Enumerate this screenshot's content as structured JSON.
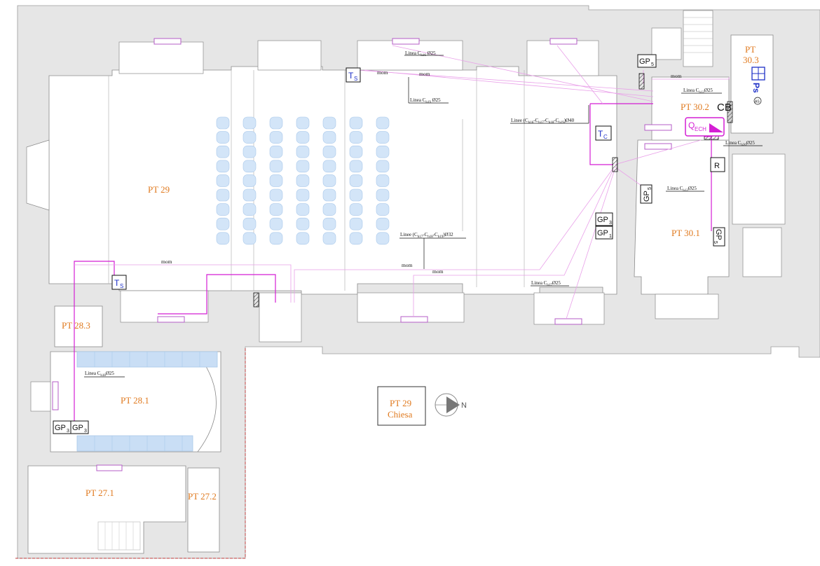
{
  "rooms": {
    "pt29": "PT 29",
    "pt28_3": "PT 28.3",
    "pt28_1": "PT 28.1",
    "pt27_1": "PT 27.1",
    "pt27_2": "PT 27.2",
    "pt30_1": "PT 30.1",
    "pt30_2": "PT 30.2",
    "pt30_3_a": "PT",
    "pt30_3_b": "30.3"
  },
  "legend_box": {
    "line1": "PT 29",
    "line2": "Chiesa"
  },
  "north_label": "N",
  "mom": "mom",
  "cable_lines": {
    "ch16_a": "Linea C",
    "ch16_sub": "h16",
    "ch16_b": " Ø25",
    "ch19_a": "Linea C",
    "ch19_sub": "h19",
    "ch19_b": " Ø25",
    "ch12_top_a": "Linea C",
    "ch12_top_sub": "h12",
    "ch12_top_b": "Ø25",
    "bundle40_a": "Linee (C",
    "bundle40_s1": "h16",
    "bundle40_m1": "-C",
    "bundle40_s2": "h17",
    "bundle40_m2": "-C",
    "bundle40_s3": "h18",
    "bundle40_m3": "-C",
    "bundle40_s4": "h19",
    "bundle40_b": ")Ø40",
    "ch20_a": "Linea C",
    "ch20_sub": "h20",
    "ch20_b": "Ø25",
    "ch12_mid_a": "Linea C",
    "ch12_mid_sub": "h12",
    "ch12_mid_b": "Ø25",
    "bundle32_a": "Linee (C",
    "bundle32_s1": "h17",
    "bundle32_m1": "-C",
    "bundle32_s2": "h18",
    "bundle32_m2": "-C",
    "bundle32_s3": "h19",
    "bundle32_b": ")Ø32",
    "ch17_a": "Linea C",
    "ch17_sub": "h17",
    "ch17_b": "Ø25",
    "ch18_a": "Linea C",
    "ch18_sub": "h18",
    "ch18_b": "Ø25"
  },
  "symbols": {
    "gp": "GP",
    "gp_sub_3": "3",
    "gp_sub_1": "1",
    "gp_sub_5": "5",
    "t": "T",
    "t_sub_s": "S",
    "t_sub_c": "C",
    "q": "Q",
    "q_sub": "ECH",
    "cb": "CB",
    "r": "R",
    "ps": "Ps",
    "as": "AS"
  },
  "colors": {
    "wall": "#e6e6e6",
    "wall_edge": "#9a9a9a",
    "room_label": "#e07a1f",
    "cable": "#d41ed4",
    "cable_light": "#e9a0e9",
    "seat": "#d3e5f8",
    "seat_edge": "#a9c8ea",
    "bench": "#c9def5",
    "symbol_blue": "#1d2fc7"
  }
}
